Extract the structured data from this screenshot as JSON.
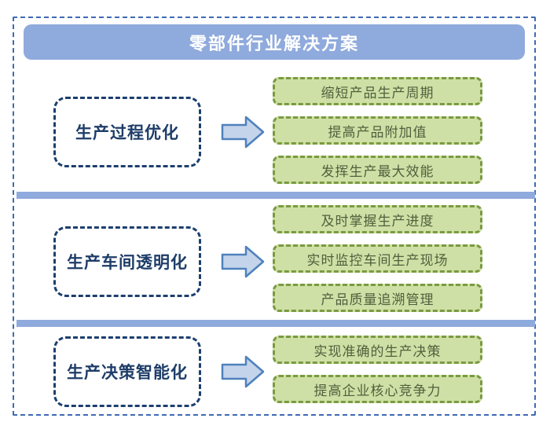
{
  "title": "零部件行业解决方案",
  "colors": {
    "header_fill": "#8faadc",
    "divider_fill": "#8faadc",
    "outer_border": "#3f6ab5",
    "left_box_border": "#1d3f6e",
    "left_box_text": "#1e3d68",
    "arrow_fill": "#c4d4ea",
    "arrow_border": "#4f81bd",
    "item_fill": "#cfe0a6",
    "item_border": "#7a9a41",
    "item_text": "#50603d"
  },
  "sections": [
    {
      "label": "生产过程优化",
      "items": [
        "缩短产品生产周期",
        "提高产品附加值",
        "发挥生产最大效能"
      ]
    },
    {
      "label": "生产车间透明化",
      "items": [
        "及时掌握生产进度",
        "实时监控车间生产现场",
        "产品质量追溯管理"
      ]
    },
    {
      "label": "生产决策智能化",
      "items": [
        "实现准确的生产决策",
        "提高企业核心竞争力"
      ]
    }
  ]
}
